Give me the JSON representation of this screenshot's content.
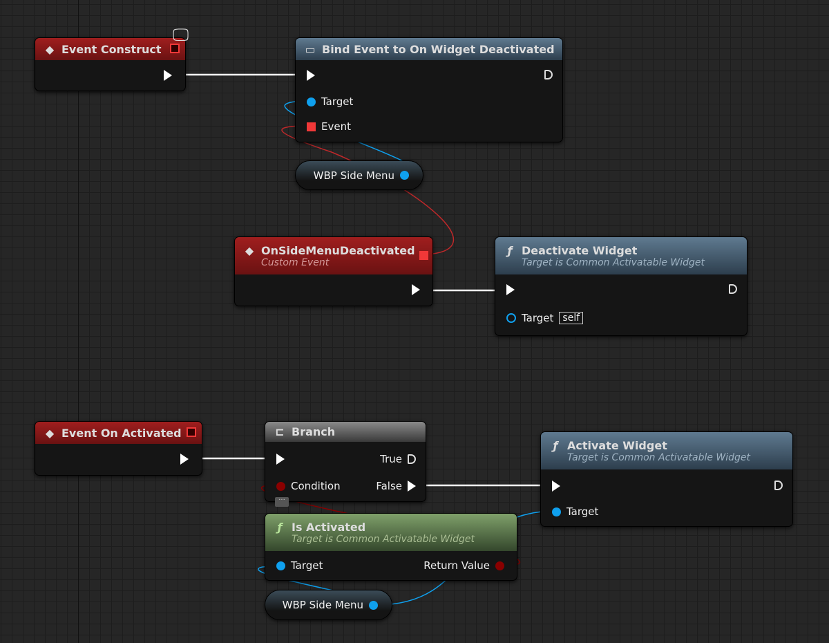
{
  "colors": {
    "exec": "#ffffff",
    "object_pin": "#0fa0ee",
    "bool_pin": "#8a0000",
    "delegate_pin": "#f03838",
    "event_header": "#a01e1e",
    "function_header": "#5f7a90",
    "pure_header": "#7fa06a"
  },
  "nodes": {
    "event_construct": {
      "title": "Event Construct",
      "icon": "event-diamond-icon",
      "badge": "client-monitor-icon"
    },
    "bind_event": {
      "title": "Bind Event to On Widget Deactivated",
      "icon": "delegate-icon",
      "pins": {
        "target": "Target",
        "event": "Event"
      }
    },
    "side_menu_1": {
      "label": "WBP Side Menu"
    },
    "custom_event": {
      "title": "OnSideMenuDeactivated",
      "subtitle": "Custom Event"
    },
    "deactivate": {
      "title": "Deactivate Widget",
      "subtitle": "Target is Common Activatable Widget",
      "icon": "function-icon",
      "pins": {
        "target": "Target",
        "target_default": "self"
      }
    },
    "event_on_activated": {
      "title": "Event On Activated"
    },
    "branch": {
      "title": "Branch",
      "pins": {
        "true": "True",
        "false": "False",
        "condition": "Condition"
      }
    },
    "activate": {
      "title": "Activate Widget",
      "subtitle": "Target is Common Activatable Widget",
      "pins": {
        "target": "Target"
      }
    },
    "is_activated": {
      "title": "Is Activated",
      "subtitle": "Target is Common Activatable Widget",
      "pins": {
        "target": "Target",
        "return": "Return Value"
      }
    },
    "side_menu_2": {
      "label": "WBP Side Menu"
    }
  }
}
